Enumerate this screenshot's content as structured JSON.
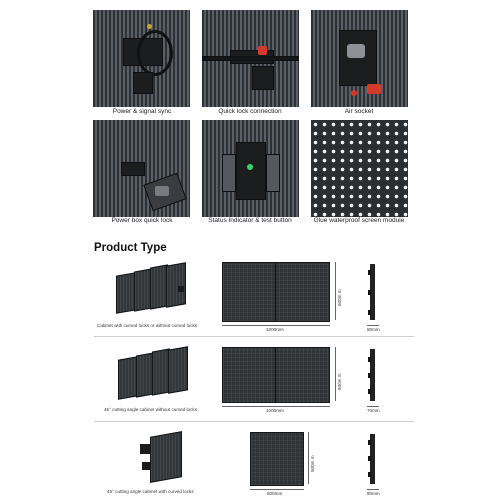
{
  "features": [
    {
      "caption": "Power & signal sync",
      "icon": "power-signal-connector-photo"
    },
    {
      "caption": "Quick lock connection",
      "icon": "quick-lock-photo"
    },
    {
      "caption": "Air socket",
      "icon": "air-socket-photo"
    },
    {
      "caption": "Power box quick lock",
      "icon": "power-box-lock-photo"
    },
    {
      "caption": "Status Indicator & test button",
      "icon": "status-indicator-photo"
    },
    {
      "caption": "Glue waterproof screen module",
      "icon": "waterproof-module-photo"
    }
  ],
  "product_type": {
    "title": "Product Type",
    "items": [
      {
        "caption": "Cabinet with curved locks or without curved locks",
        "width_label": "1000mm",
        "height_label": "500m m",
        "depth_label": "80mm"
      },
      {
        "caption": "45° cutting angle cabinet without curved locks",
        "width_label": "1000mm",
        "height_label": "500m m",
        "depth_label": "70mm"
      },
      {
        "caption": "45° cutting angle cabinet with curved locks",
        "width_label": "500mm",
        "height_label": "500m m",
        "depth_label": "80mm"
      }
    ]
  },
  "colors": {
    "background": "#ffffff",
    "panel": "#2f3336",
    "accent_red": "#d33a2c",
    "indicator_green": "#3bd46a"
  }
}
